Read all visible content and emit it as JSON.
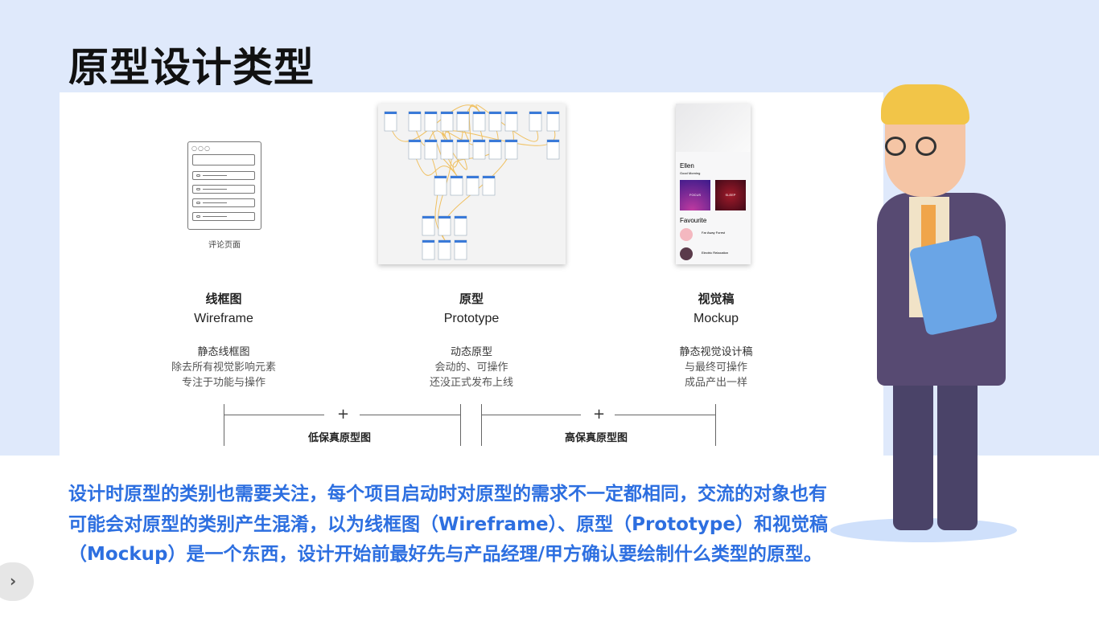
{
  "title": "原型设计类型",
  "wireframe": {
    "label": "评论页面",
    "zh": "线框图",
    "en": "Wireframe",
    "desc": [
      "静态线框图",
      "除去所有视觉影响元素",
      "专注于功能与操作"
    ]
  },
  "prototype": {
    "zh": "原型",
    "en": "Prototype",
    "desc": [
      "动态原型",
      "会动的、可操作",
      "还没正式发布上线"
    ]
  },
  "mockup": {
    "zh": "视觉稿",
    "en": "Mockup",
    "desc": [
      "静态视觉设计稿",
      "与最终可操作",
      "成品产出一样"
    ],
    "phone": {
      "name": "Ellen",
      "greeting": "Good Morning",
      "card1": "FOCUS",
      "card2": "SLEEP",
      "section": "Favourite",
      "item1": "Far Away Forest",
      "item2": "Electric Relaxation"
    }
  },
  "ranges": {
    "low": "低保真原型图",
    "high": "高保真原型图",
    "plus": "+"
  },
  "body": "设计时原型的类别也需要关注，每个项目启动时对原型的需求不一定都相同，交流的对象也有可能会对原型的类别产生混淆，以为线框图（Wireframe）、原型（Prototype）和视觉稿（Mockup）是一个东西，设计开始前最好先与产品经理/甲方确认要绘制什么类型的原型。",
  "nav": {
    "next": "›"
  },
  "colors": {
    "accent": "#2d6fe0",
    "bg": "#dfe9fb"
  }
}
